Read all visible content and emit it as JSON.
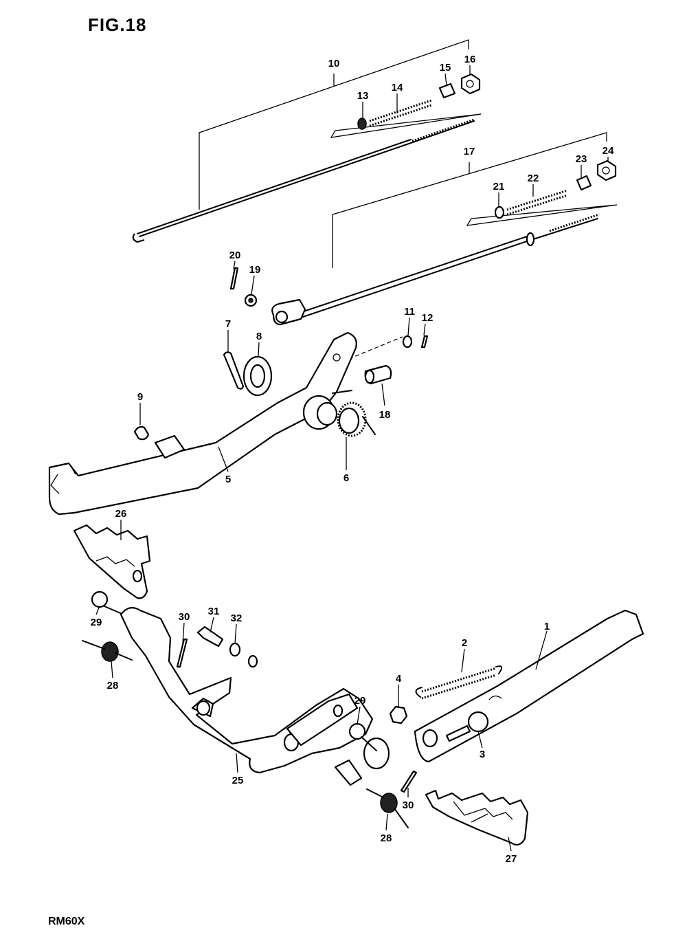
{
  "figure": {
    "title": "FIG.18",
    "model": "RM60X"
  },
  "callouts": [
    {
      "id": "c1",
      "number": "1"
    },
    {
      "id": "c2",
      "number": "2"
    },
    {
      "id": "c3",
      "number": "3"
    },
    {
      "id": "c4",
      "number": "4"
    },
    {
      "id": "c5",
      "number": "5"
    },
    {
      "id": "c6",
      "number": "6"
    },
    {
      "id": "c7",
      "number": "7"
    },
    {
      "id": "c8",
      "number": "8"
    },
    {
      "id": "c9",
      "number": "9"
    },
    {
      "id": "c10",
      "number": "10"
    },
    {
      "id": "c11",
      "number": "11"
    },
    {
      "id": "c12",
      "number": "12"
    },
    {
      "id": "c13",
      "number": "13"
    },
    {
      "id": "c14",
      "number": "14"
    },
    {
      "id": "c15",
      "number": "15"
    },
    {
      "id": "c16",
      "number": "16"
    },
    {
      "id": "c17",
      "number": "17"
    },
    {
      "id": "c18",
      "number": "18"
    },
    {
      "id": "c19",
      "number": "19"
    },
    {
      "id": "c20",
      "number": "20"
    },
    {
      "id": "c21",
      "number": "21"
    },
    {
      "id": "c22",
      "number": "22"
    },
    {
      "id": "c23",
      "number": "23"
    },
    {
      "id": "c24",
      "number": "24"
    },
    {
      "id": "c25",
      "number": "25"
    },
    {
      "id": "c26",
      "number": "26"
    },
    {
      "id": "c27",
      "number": "27"
    },
    {
      "id": "c28a",
      "number": "28"
    },
    {
      "id": "c28b",
      "number": "28"
    },
    {
      "id": "c29a",
      "number": "29"
    },
    {
      "id": "c29b",
      "number": "29"
    },
    {
      "id": "c30a",
      "number": "30"
    },
    {
      "id": "c30b",
      "number": "30"
    },
    {
      "id": "c31",
      "number": "31"
    },
    {
      "id": "c32",
      "number": "32"
    }
  ]
}
